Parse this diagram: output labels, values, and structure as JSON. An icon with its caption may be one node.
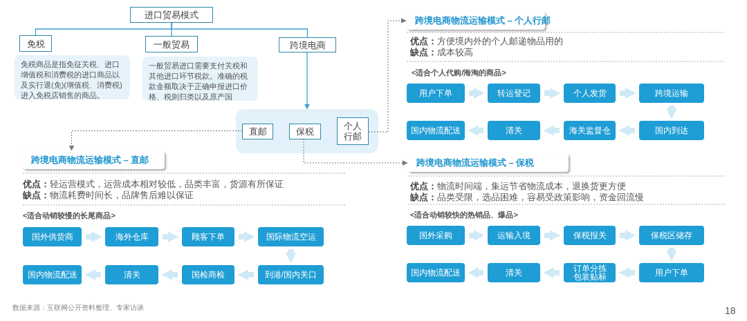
{
  "diagram": {
    "nodes": [
      {
        "text": [
          "进口贸易模式"
        ]
      },
      {
        "text": [
          "免税"
        ]
      },
      {
        "text": [
          "免税商品是指免征关税、进口增值税和消费税的进口商品以及实行退(免)(增值税、消费税)进入免税店销售的商品。"
        ]
      },
      {
        "text": [
          "一般贸易"
        ]
      },
      {
        "text": [
          "一般贸易进口需要支付关税和其他进口环节税款。准确的税款金额取决于正确申报进口价格、税则归类以及原产国"
        ]
      },
      {
        "text": [
          "跨境电商"
        ]
      },
      {
        "text": [],
        "shape": "box"
      },
      {
        "text": [
          "直邮"
        ],
        "in": 6
      },
      {
        "text": [
          "保税"
        ],
        "in": 6
      },
      {
        "text": [
          "个人行邮"
        ],
        "in": 6
      },
      {
        "text": [
          "跨境电商物流运输模式 – 直邮"
        ]
      },
      {
        "text": [
          "跨境电商物流运输模式 – 个人行邮"
        ]
      },
      {
        "text": [
          "跨境电商物流运输模式 – 保税"
        ]
      },
      {
        "text": [
          "国外供货商"
        ]
      },
      {
        "text": [
          "海外仓库"
        ]
      },
      {
        "text": [
          "顾客下单"
        ]
      },
      {
        "text": [
          "国际物流空运"
        ]
      },
      {
        "text": [
          "国内物流配送"
        ]
      },
      {
        "text": [
          "清关"
        ]
      },
      {
        "text": [
          "国检商检"
        ]
      },
      {
        "text": [
          "到港/国内关口"
        ]
      },
      {
        "text": [
          "用户下单"
        ]
      },
      {
        "text": [
          "转运登记"
        ]
      },
      {
        "text": [
          "个人发货"
        ]
      },
      {
        "text": [
          "跨境运输"
        ]
      },
      {
        "text": [
          "国内物流配送"
        ]
      },
      {
        "text": [
          "清关"
        ]
      },
      {
        "text": [
          "海关监督仓"
        ]
      },
      {
        "text": [
          "国内到达"
        ]
      },
      {
        "text": [
          "国外采购"
        ]
      },
      {
        "text": [
          "运输入境"
        ]
      },
      {
        "text": [
          "保税报关"
        ]
      },
      {
        "text": [
          "保税区储存"
        ]
      },
      {
        "text": [
          "国内物流配送"
        ]
      },
      {
        "text": [
          "清关"
        ]
      },
      {
        "text": [
          "订单分拣包装贴标"
        ]
      },
      {
        "text": [
          "用户下单"
        ]
      }
    ],
    "edges": [
      {
        "from": 0,
        "to": 1,
        "arrow": "none",
        "color": "#3aa3d3"
      },
      {
        "from": 0,
        "to": 3,
        "arrow": "none",
        "color": "#3aa3d3"
      },
      {
        "from": 0,
        "to": 5,
        "arrow": "none",
        "color": "#3aa3d3"
      },
      {
        "from": 5,
        "to": 6,
        "arrow": "to",
        "color": "#3aa3d3"
      },
      {
        "from": 7,
        "to": 10,
        "arrow": "to",
        "style": "dashed",
        "color": "#777777"
      },
      {
        "from": 9,
        "to": 11,
        "arrow": "to",
        "style": "dashed",
        "color": "#777777"
      },
      {
        "from": 8,
        "to": 12,
        "arrow": "to",
        "style": "dashed",
        "color": "#777777"
      },
      {
        "from": 13,
        "to": 14,
        "arrow": "to"
      },
      {
        "from": 14,
        "to": 15,
        "arrow": "to"
      },
      {
        "from": 15,
        "to": 16,
        "arrow": "to"
      },
      {
        "from": 16,
        "to": 20,
        "arrow": "to"
      },
      {
        "from": 20,
        "to": 19,
        "arrow": "to"
      },
      {
        "from": 19,
        "to": 18,
        "arrow": "to"
      },
      {
        "from": 18,
        "to": 17,
        "arrow": "to"
      },
      {
        "from": 21,
        "to": 22,
        "arrow": "to"
      },
      {
        "from": 22,
        "to": 23,
        "arrow": "to"
      },
      {
        "from": 23,
        "to": 24,
        "arrow": "to"
      },
      {
        "from": 24,
        "to": 28,
        "arrow": "to"
      },
      {
        "from": 28,
        "to": 27,
        "arrow": "to"
      },
      {
        "from": 27,
        "to": 26,
        "arrow": "to"
      },
      {
        "from": 26,
        "to": 25,
        "arrow": "to"
      },
      {
        "from": 29,
        "to": 30,
        "arrow": "to"
      },
      {
        "from": 30,
        "to": 31,
        "arrow": "to"
      },
      {
        "from": 31,
        "to": 32,
        "arrow": "to"
      },
      {
        "from": 32,
        "to": 36,
        "arrow": "to"
      },
      {
        "from": 36,
        "to": 35,
        "arrow": "to"
      },
      {
        "from": 35,
        "to": 34,
        "arrow": "to"
      },
      {
        "from": 34,
        "to": 33,
        "arrow": "to"
      }
    ],
    "labels": [
      "**优点：**轻运营模式，运营成本相对较低，品类丰富，货源有所保证",
      "**缺点：**物流耗费时间长，品牌售后难以保证",
      "<适合动销较慢的长尾商品>",
      "**优点：**方便境内外的个人邮递物品用的",
      "**缺点：**成本较高",
      "<适合个人代购/海淘的商品>",
      "**优点：**物流时间端，集运节省物流成本，退换货更方便",
      "**缺点：**品类受限，选品困难，容易受政策影响，资金回流慢",
      "<适合动销较快的热销品、爆品>",
      "数据来源：互联网公开资料整理、专家访谈",
      "18"
    ]
  }
}
